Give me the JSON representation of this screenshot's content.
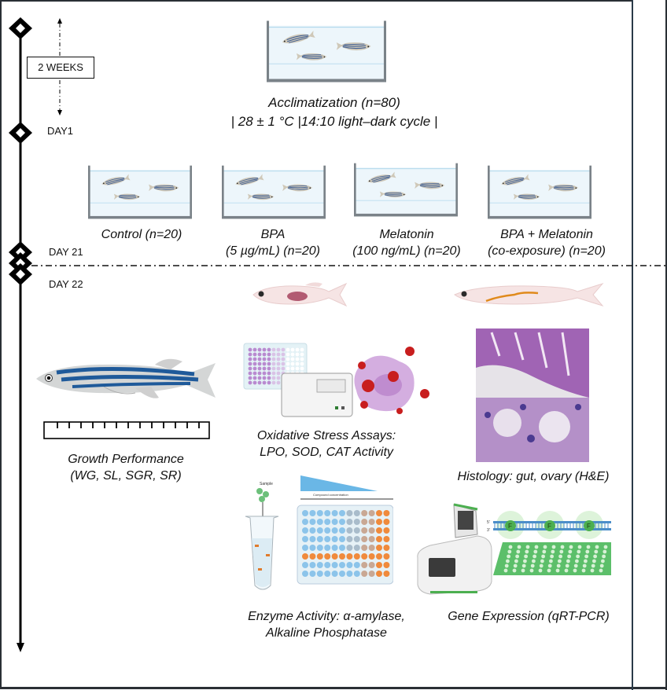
{
  "timeline": {
    "duration_label": "2 WEEKS",
    "milestones": [
      {
        "label": ""
      },
      {
        "label": "DAY1"
      },
      {
        "label": "DAY 21"
      },
      {
        "label": "DAY 22"
      }
    ]
  },
  "acclimatization": {
    "title": "Acclimatization (n=80)",
    "conditions": "| 28 ± 1 °C |14:10 light–dark cycle |"
  },
  "groups": [
    {
      "line1": "Control (n=20)",
      "line2": ""
    },
    {
      "line1": "BPA",
      "line2": "(5 µg/mL) (n=20)"
    },
    {
      "line1": "Melatonin",
      "line2": "(100 ng/mL) (n=20)"
    },
    {
      "line1": "BPA + Melatonin",
      "line2": "(co-exposure) (n=20)"
    }
  ],
  "analyses": {
    "growth": {
      "line1": "Growth Performance",
      "line2": "(WG, SL, SGR, SR)"
    },
    "oxidative": {
      "line1": "Oxidative Stress Assays:",
      "line2": "LPO, SOD, CAT Activity"
    },
    "histology": {
      "line1": "Histology: gut, ovary (H&E)"
    },
    "enzyme": {
      "line1": "Enzyme Activity: α-amylase,",
      "line2": "Alkaline Phosphatase",
      "sample_label": "Sample",
      "gradient_label": "Compound concentration"
    },
    "gene": {
      "line1": "Gene Expression (qRT-PCR)",
      "strand_5": "5'",
      "strand_3": "3'",
      "fluor": "F"
    }
  },
  "colors": {
    "tank_water": "#eaf5fb",
    "tank_wall": "#7a8288",
    "fish_stripe": "#1f5a9a",
    "fish_body": "#cfd2d3",
    "larva": "#f4dede",
    "histology": "#9a5fb0",
    "plate_blue": "#8cc4ea",
    "plate_orange": "#f08a3c",
    "qpcr_green": "#5cbf6a"
  }
}
